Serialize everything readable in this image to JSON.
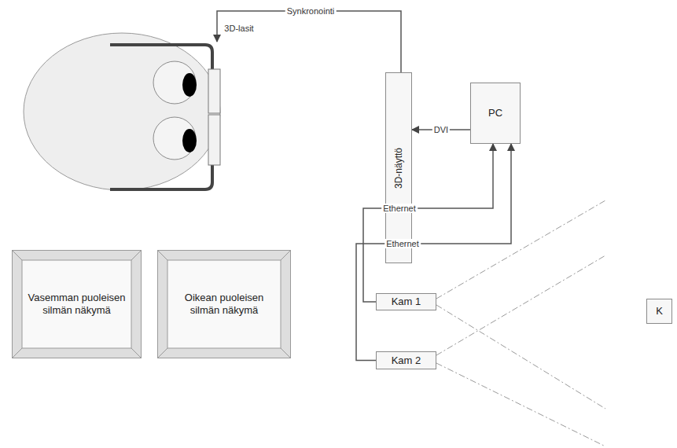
{
  "diagram": {
    "nodes": [
      {
        "text": [
          "3D-näyttö"
        ]
      },
      {
        "text": [
          "PC"
        ]
      },
      {
        "text": [
          "Kam 1"
        ]
      },
      {
        "text": [
          "Kam 2"
        ]
      },
      {
        "text": [
          "K"
        ]
      },
      {
        "text": [
          "Vasemman puoleisen silmän näkymä"
        ]
      },
      {
        "text": [
          "Oikean puoleisen silmän näkymä"
        ]
      }
    ],
    "edges": [
      {
        "from": 1,
        "to": 0,
        "label": "DVI",
        "arrow": "to"
      },
      {
        "from": 2,
        "to": 1,
        "label": "Ethernet",
        "arrow": "to"
      },
      {
        "from": 3,
        "to": 1,
        "label": "Ethernet",
        "arrow": "to"
      }
    ],
    "labels": [
      "Synkronointi",
      "3D-lasit"
    ]
  }
}
